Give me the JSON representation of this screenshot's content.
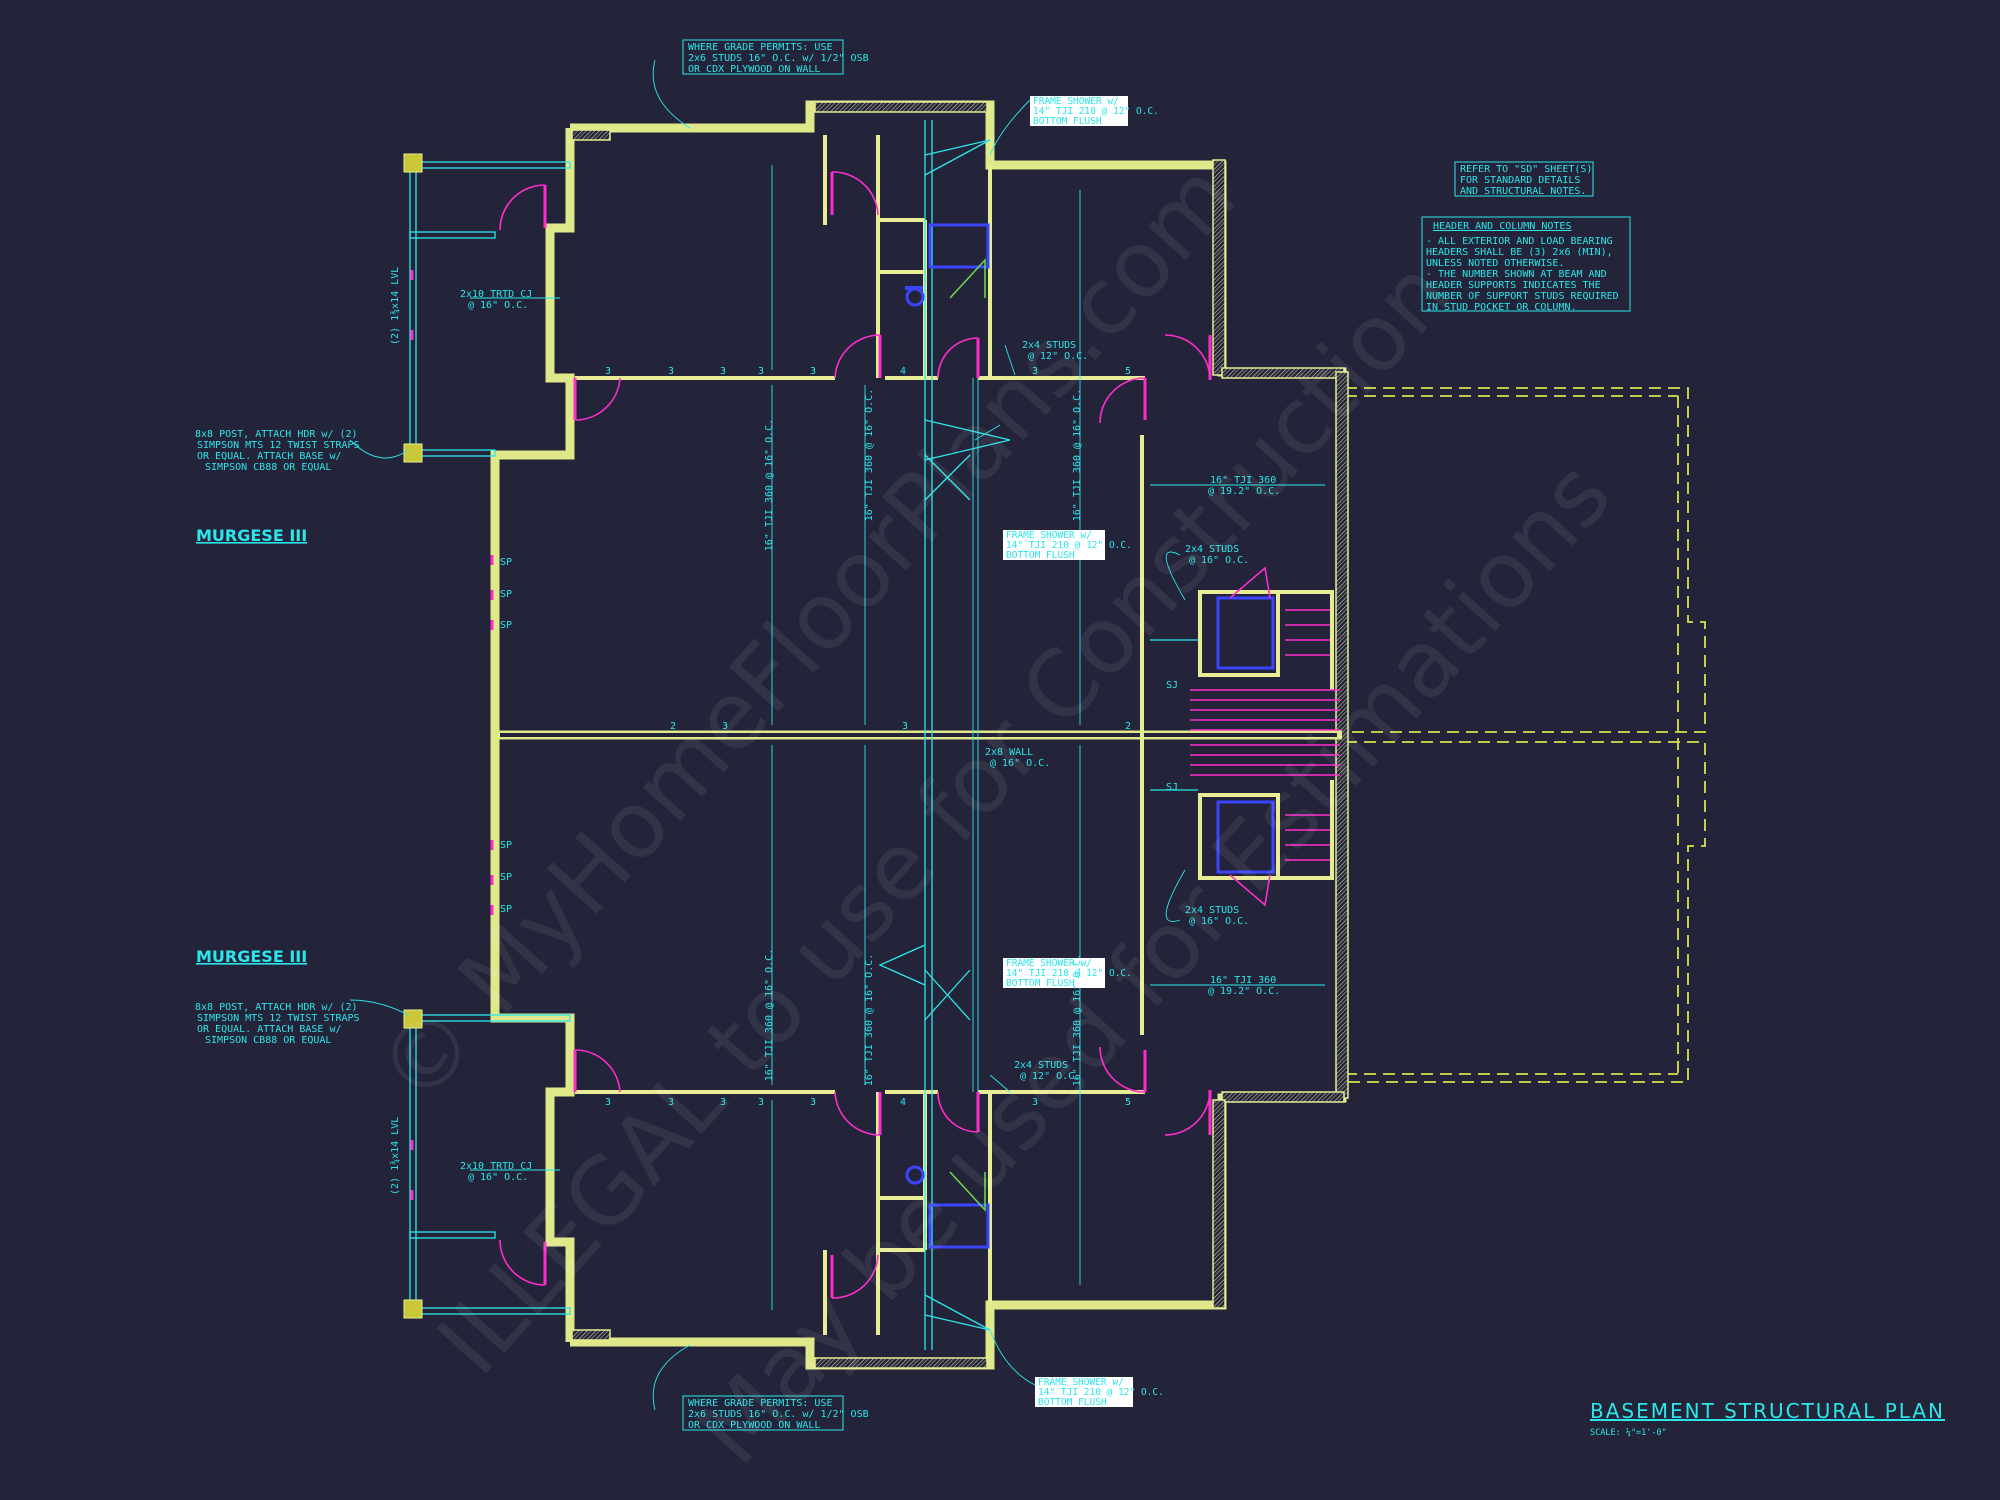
{
  "labels": {
    "murgese_top": "MURGESE III",
    "murgese_bottom": "MURGESE III",
    "title": "BASEMENT STRUCTURAL PLAN",
    "scale": "SCALE: ¼\"=1'-0\""
  },
  "notes": {
    "grade_top": [
      "WHERE GRADE PERMITS: USE",
      "2x6 STUDS 16\" O.C. w/ 1/2\" OSB",
      "OR CDX PLYWOOD ON WALL"
    ],
    "grade_bottom": [
      "WHERE GRADE PERMITS: USE",
      "2x6 STUDS 16\" O.C. w/ 1/2\" OSB",
      "OR CDX PLYWOOD ON WALL"
    ],
    "shower_top": [
      "FRAME SHOWER w/",
      "14\" TJI 210 @ 12\" O.C.",
      "BOTTOM FLUSH"
    ],
    "shower_mid_upper": [
      "FRAME SHOWER w/",
      "14\" TJI 210 @ 12\" O.C.",
      "BOTTOM FLUSH"
    ],
    "shower_mid_lower": [
      "FRAME SHOWER w/",
      "14\" TJI 210 @ 12\" O.C.",
      "BOTTOM FLUSH"
    ],
    "shower_bottom": [
      "FRAME SHOWER w/",
      "14\" TJI 210 @ 12\" O.C.",
      "BOTTOM FLUSH"
    ],
    "refer": [
      "REFER TO \"SD\" SHEET(S)",
      "FOR STANDARD DETAILS",
      "AND STRUCTURAL NOTES."
    ],
    "header_title": "HEADER AND COLUMN NOTES",
    "header_lines": [
      "- ALL EXTERIOR AND LOAD BEARING",
      "HEADERS SHALL BE (3) 2x6 (MIN),",
      "UNLESS NOTED OTHERWISE.",
      "- THE NUMBER SHOWN AT BEAM AND",
      "HEADER SUPPORTS INDICATES THE",
      "NUMBER OF SUPPORT STUDS REQUIRED",
      "IN STUD POCKET OR COLUMN."
    ],
    "post_top": [
      "8x8 POST,  ATTACH HDR w/ (2)",
      "SIMPSON MTS 12 TWIST STRAPS",
      "OR EQUAL.  ATTACH BASE w/",
      "SIMPSON CB88 OR EQUAL"
    ],
    "post_bottom": [
      "8x8 POST,  ATTACH HDR w/ (2)",
      "SIMPSON MTS 12 TWIST STRAPS",
      "OR EQUAL.  ATTACH BASE w/",
      "SIMPSON CB88 OR EQUAL"
    ]
  },
  "dims": {
    "cj_top": [
      "2x10 TRTD CJ",
      "@ 16\" O.C."
    ],
    "cj_bottom": [
      "2x10 TRTD CJ",
      "@ 16\" O.C."
    ],
    "lvl_top": "(2) 1¾x14 LVL",
    "lvl_bottom": "(2) 1¾x14 LVL",
    "studs12_top": [
      "2x4 STUDS",
      "@ 12\" O.C."
    ],
    "studs12_bottom": [
      "2x4 STUDS",
      "@ 12\" O.C."
    ],
    "studs16_upper": [
      "2x4 STUDS",
      "@ 16\" O.C."
    ],
    "studs16_lower": [
      "2x4 STUDS",
      "@ 16\" O.C."
    ],
    "wall_2x8": [
      "2x8 WALL",
      "@ 16\" O.C."
    ],
    "tji_h_upper": [
      "16\" TJI 360",
      "@ 19.2\" O.C."
    ],
    "tji_h_lower": [
      "16\" TJI 360",
      "@ 19.2\" O.C."
    ],
    "tji_v1_top": "16\" TJI 360 @ 16\" O.C.",
    "tji_v2_top": "16\" TJI 360 @ 16\" O.C.",
    "tji_v3_top": "16\" TJI 360 @ 16\" O.C.",
    "tji_v1_bot": "16\" TJI 360 @ 16\" O.C.",
    "tji_v2_bot": "16\" TJI 360 @ 16\" O.C.",
    "tji_v3_bot": "16\" TJI 360 @ 16\" O.C."
  },
  "tags": {
    "n2": "2",
    "n3": "3",
    "n4": "4",
    "n5": "5",
    "sp": "SP",
    "sj": "SJ"
  },
  "watermark": {
    "line1": "© MyHomeFloorPlans.com",
    "line2": "ILLEGAL to use for Construction",
    "line3": "May be used for Estimations"
  },
  "colors": {
    "background": "#23243a",
    "wall": "#dfe98a",
    "annotation": "#2ce6ea",
    "door": "#ff2ccc",
    "garage_dash": "#d7e34a"
  }
}
